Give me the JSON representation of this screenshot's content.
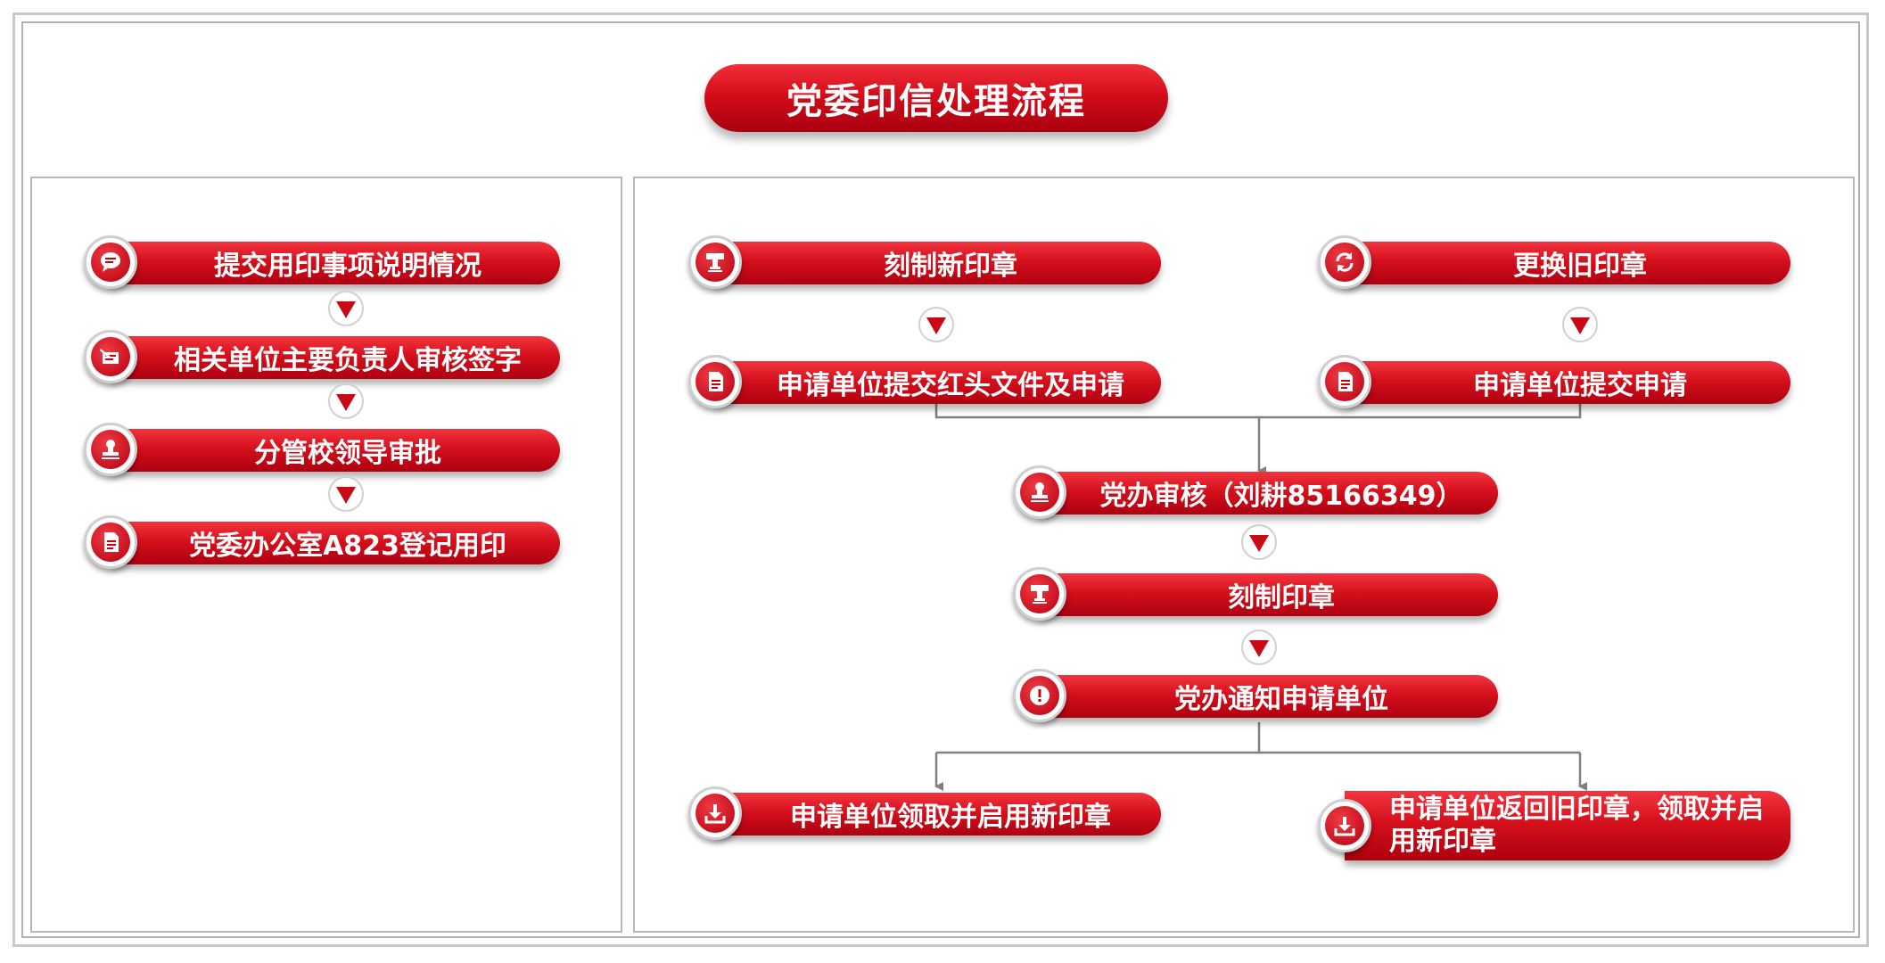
{
  "title": "党委印信处理流程",
  "left_flow": [
    {
      "label": "提交用印事项说明情况",
      "icon": "chat-bubble-icon"
    },
    {
      "label": "相关单位主要负责人审核签字",
      "icon": "sign-pen-icon"
    },
    {
      "label": "分管校领导审批",
      "icon": "stamp-icon"
    },
    {
      "label": "党委办公室A823登记用印",
      "icon": "document-icon"
    }
  ],
  "right_flow": {
    "new_seal": {
      "label": "刻制新印章",
      "icon": "engrave-icon"
    },
    "new_seal_submit": {
      "label": "申请单位提交红头文件及申请",
      "icon": "document-icon"
    },
    "replace_seal": {
      "label": "更换旧印章",
      "icon": "refresh-icon"
    },
    "replace_seal_submit": {
      "label": "申请单位提交申请",
      "icon": "document-icon"
    },
    "office_review": {
      "label": "党办审核（刘耕85166349）",
      "icon": "stamp-icon"
    },
    "engrave": {
      "label": "刻制印章",
      "icon": "engrave-icon"
    },
    "notify": {
      "label": "党办通知申请单位",
      "icon": "alert-icon"
    },
    "collect_new": {
      "label": "申请单位领取并启用新印章",
      "icon": "download-icon"
    },
    "return_old": {
      "label": "申请单位返回旧印章，领取并启用新印章",
      "icon": "download-icon"
    }
  },
  "colors": {
    "primary_red": "#d5101c",
    "connector_gray": "#808080"
  }
}
